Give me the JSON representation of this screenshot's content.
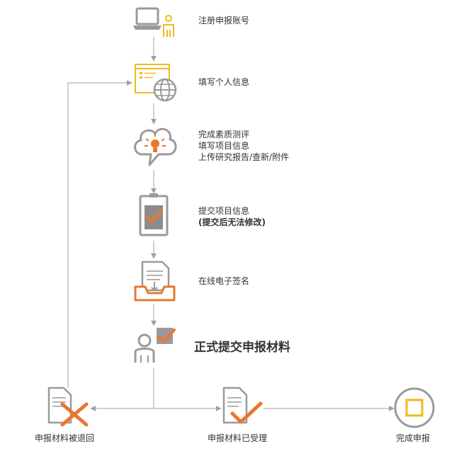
{
  "steps": [
    {
      "id": "register",
      "icon": "laptop-user-icon",
      "lines": [
        "注册申报账号"
      ]
    },
    {
      "id": "personal",
      "icon": "web-form-globe-icon",
      "lines": [
        "填写个人信息"
      ]
    },
    {
      "id": "evaluate",
      "icon": "idea-cloud-bulb-icon",
      "lines": [
        "完成素质测评",
        "填写项目信息",
        "上传研究报告/查新/附件"
      ]
    },
    {
      "id": "submit-info",
      "icon": "clipboard-check-icon",
      "lines": [
        "提交项目信息",
        "(提交后无法修改)"
      ]
    },
    {
      "id": "sign",
      "icon": "document-inbox-icon",
      "lines": [
        "在线电子签名"
      ]
    },
    {
      "id": "formal",
      "icon": "user-check-icon",
      "title": "正式提交申报材料"
    }
  ],
  "outcomes": {
    "returned": {
      "label": "申报材料被退回",
      "icon": "document-x-icon"
    },
    "accepted": {
      "label": "申报材料已受理",
      "icon": "document-check-icon"
    },
    "completed": {
      "label": "完成申报",
      "icon": "circle-square-icon"
    }
  },
  "colors": {
    "gray": "#9a9a9a",
    "orange": "#e8782e",
    "yellow": "#f2b81c",
    "line": "#a0a0a0"
  }
}
